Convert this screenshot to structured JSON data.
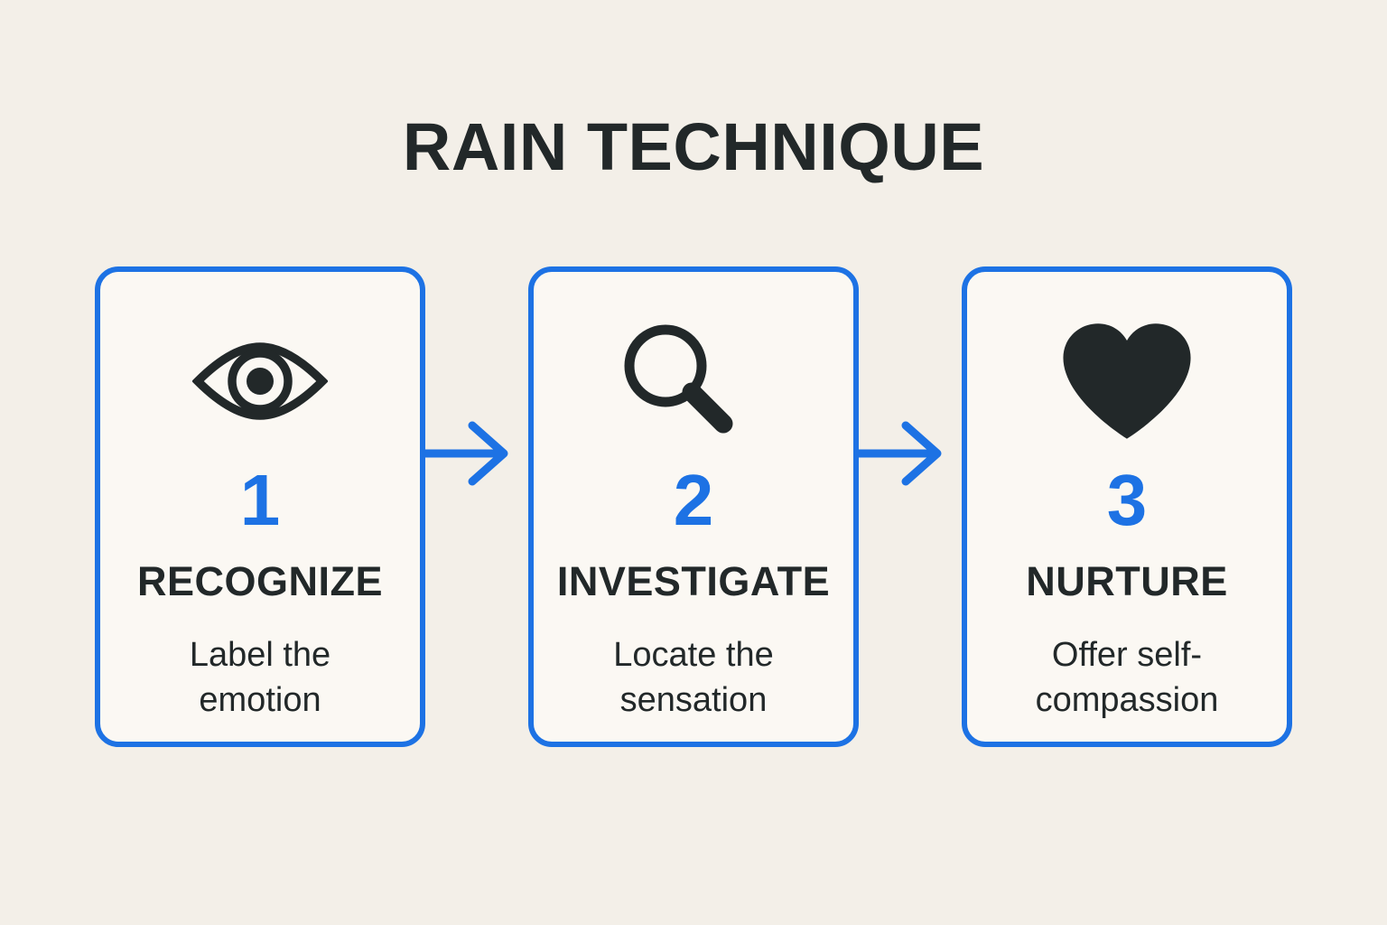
{
  "page": {
    "title": "RAIN TECHNIQUE"
  },
  "colors": {
    "accent_blue": "#1d72e4",
    "ink": "#222829",
    "page_bg": "#f3efe8",
    "card_bg": "#fbf8f3"
  },
  "steps": [
    {
      "number": "1",
      "icon": "eye-icon",
      "title": "RECOGNIZE",
      "subtitle_line1": "Label the",
      "subtitle_line2": "emotion"
    },
    {
      "number": "2",
      "icon": "magnifier-icon",
      "title": "INVESTIGATE",
      "subtitle_line1": "Locate the",
      "subtitle_line2": "sensation"
    },
    {
      "number": "3",
      "icon": "heart-icon",
      "title": "NURTURE",
      "subtitle_line1": "Offer self-",
      "subtitle_line2": "compassion"
    }
  ],
  "connectors": [
    {
      "name": "arrow-step1-to-step2",
      "direction": "right"
    },
    {
      "name": "arrow-step2-to-step3",
      "direction": "right"
    }
  ]
}
